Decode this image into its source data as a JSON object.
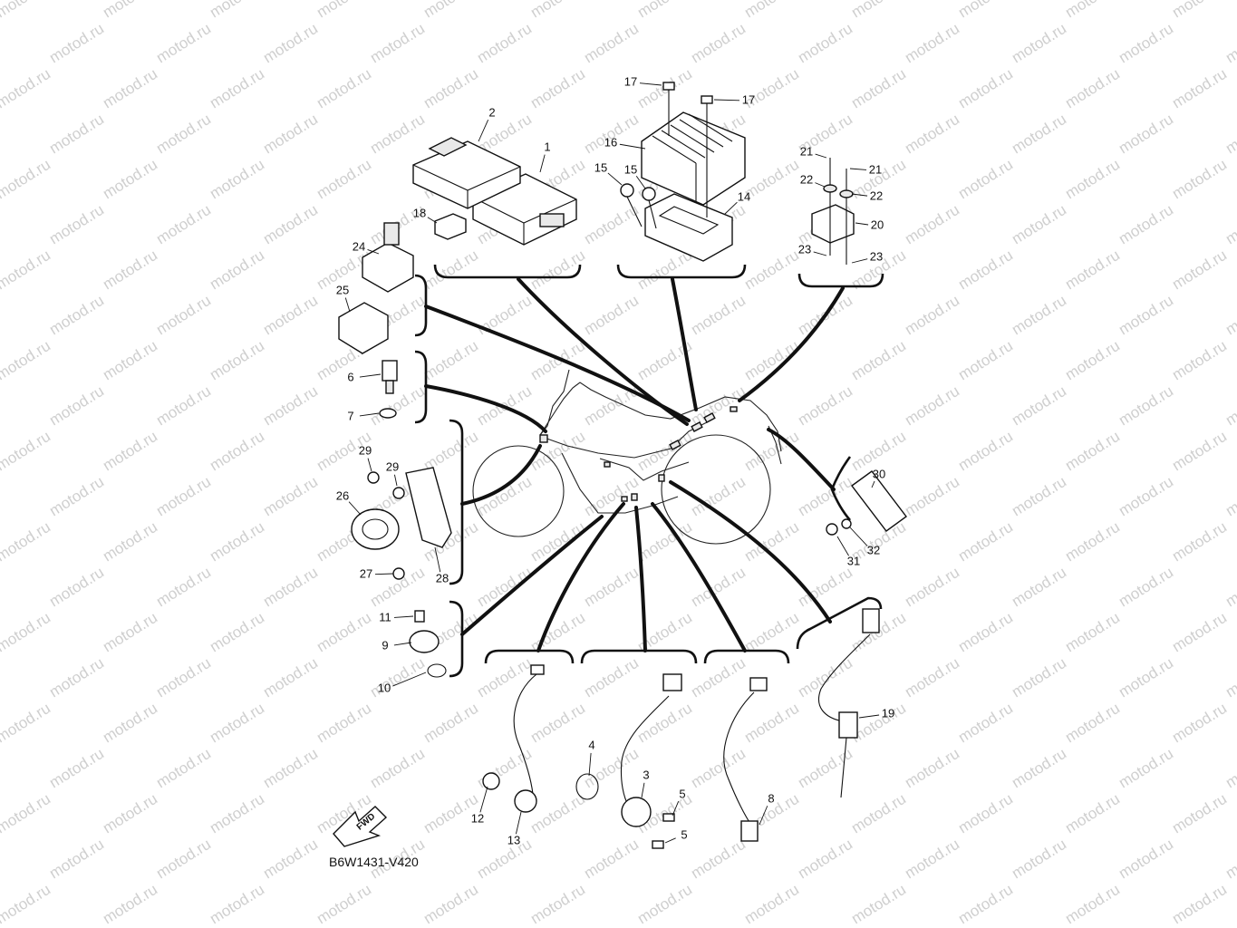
{
  "watermark": "motod.ru",
  "diagram_code": "B6W1431-V420",
  "fwd_label": "FWD",
  "callouts": [
    "1",
    "2",
    "3",
    "4",
    "5",
    "6",
    "7",
    "8",
    "9",
    "10",
    "11",
    "12",
    "13",
    "14",
    "15",
    "16",
    "17",
    "18",
    "19",
    "20",
    "21",
    "22",
    "23",
    "24",
    "25",
    "26",
    "27",
    "28",
    "29",
    "30",
    "31",
    "32"
  ]
}
